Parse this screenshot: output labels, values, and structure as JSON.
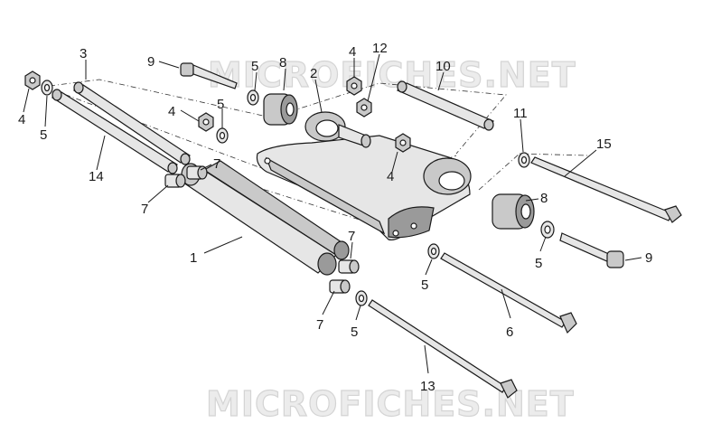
{
  "watermark": {
    "top": "MICROFICHES.NET",
    "bottom": "MICROFICHES.NET"
  },
  "callouts": {
    "c1": "1",
    "c2": "2",
    "c3": "3",
    "c4a": "4",
    "c4b": "4",
    "c4c": "4",
    "c4d": "4",
    "c5a": "5",
    "c5b": "5",
    "c5c": "5",
    "c5d": "5",
    "c5e": "5",
    "c5f": "5",
    "c6": "6",
    "c7a": "7",
    "c7b": "7",
    "c7c": "7",
    "c7d": "7",
    "c8a": "8",
    "c8b": "8",
    "c9a": "9",
    "c9b": "9",
    "c10": "10",
    "c11": "11",
    "c12": "12",
    "c13": "13",
    "c14": "14",
    "c15": "15"
  }
}
